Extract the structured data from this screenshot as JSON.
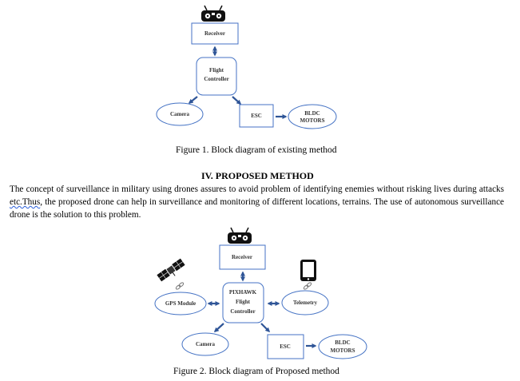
{
  "figure1": {
    "nodes": {
      "receiver": "Receiver",
      "flight_line1": "Flight",
      "flight_line2": "Controller",
      "camera": "Camera",
      "esc": "ESC",
      "bldc_line1": "BLDC",
      "bldc_line2": "MOTORS"
    },
    "caption": "Figure 1. Block diagram of existing method"
  },
  "section": {
    "heading": "IV.  PROPOSED METHOD",
    "para_part1": "The concept of surveillance in military using drones assures to avoid problem of identifying enemies without risking lives during attacks ",
    "para_marked": "etc.Thus",
    "para_part2": ", the proposed drone can help in surveillance and monitoring of different locations, terrains. The use of autonomous surveillance drone is the solution to this problem."
  },
  "figure2": {
    "nodes": {
      "receiver": "Receiver",
      "pix_line1": "PIXHAWK",
      "pix_line2": "Flight",
      "pix_line3": "Controller",
      "gps": "GPS Module",
      "telemetry": "Telemetry",
      "camera": "Camera",
      "esc": "ESC",
      "bldc_line1": "BLDC",
      "bldc_line2": "MOTORS"
    },
    "caption": "Figure 2. Block diagram of Proposed method"
  },
  "icons": [
    "remote-controller-icon",
    "satellite-icon",
    "smartphone-icon",
    "link-icon"
  ],
  "colors": {
    "box_stroke": "#4472c4",
    "arrow": "#2f5597"
  }
}
